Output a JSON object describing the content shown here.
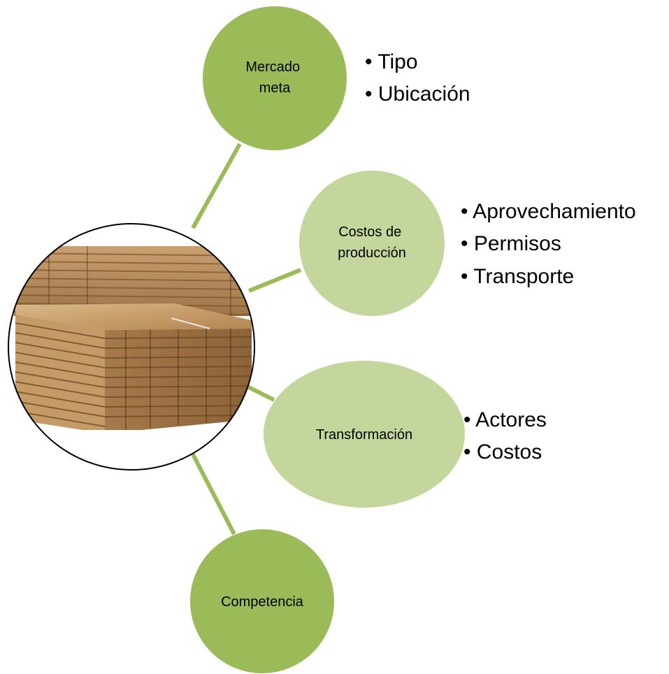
{
  "colors": {
    "dark_green": "#9bbb59",
    "light_green": "#c3d69b",
    "connector": "#9bbb59",
    "outline": "#000000"
  },
  "center": {
    "image": "stacked-lumber-photo"
  },
  "nodes": [
    {
      "id": "mercado-meta",
      "lines": [
        "Mercado",
        "meta"
      ],
      "bullets": [
        "• Tipo",
        "• Ubicación"
      ]
    },
    {
      "id": "costos-produccion",
      "lines": [
        "Costos de",
        "producción"
      ],
      "bullets": [
        "• Aprovechamiento",
        "• Permisos",
        "• Transporte"
      ]
    },
    {
      "id": "transformacion",
      "lines": [
        "Transformación"
      ],
      "bullets": [
        "• Actores",
        "• Costos"
      ]
    },
    {
      "id": "competencia",
      "lines": [
        "Competencia"
      ],
      "bullets": []
    }
  ]
}
